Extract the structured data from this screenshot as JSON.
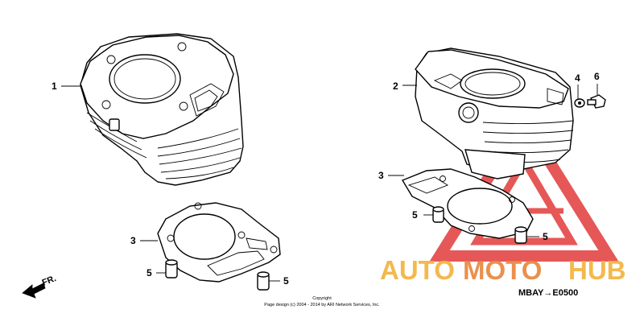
{
  "callouts": {
    "cylinder_front": "1",
    "cylinder_rear": "2",
    "gasket": "3",
    "washer": "4",
    "dowel_pin": "5",
    "bolt": "6"
  },
  "direction_marker": "FR.",
  "diagram_code": "MBAY→E0500",
  "watermark": {
    "text_a": "AUTO",
    "text_b": "MOTO",
    "text_c": "HUB",
    "color_primary": "#f2b23a",
    "color_secondary": "#e23a3a"
  },
  "footer": {
    "line1": "Copyright",
    "line2": "Page design (c) 2004 - 2014 by ARI Network Services, Inc."
  }
}
